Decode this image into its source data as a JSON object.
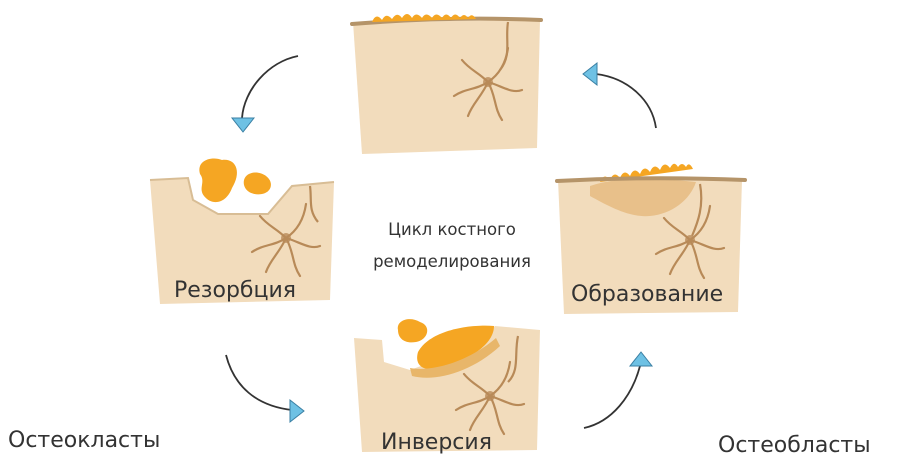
{
  "center": {
    "line1": "Цикл костного",
    "line2": "ремоделирования"
  },
  "stages": {
    "resorption": "Резорбция",
    "inversion": "Инверсия",
    "formation": "Образование"
  },
  "sides": {
    "left": "Остеокласты",
    "right": "Остеобласты"
  },
  "colors": {
    "bone": "#f2dcbc",
    "bone_edge": "#c9a57a",
    "osteoclast": "#f5a623",
    "osteoid": "#e8b66a",
    "arrow_head": "#6ec1e4"
  }
}
